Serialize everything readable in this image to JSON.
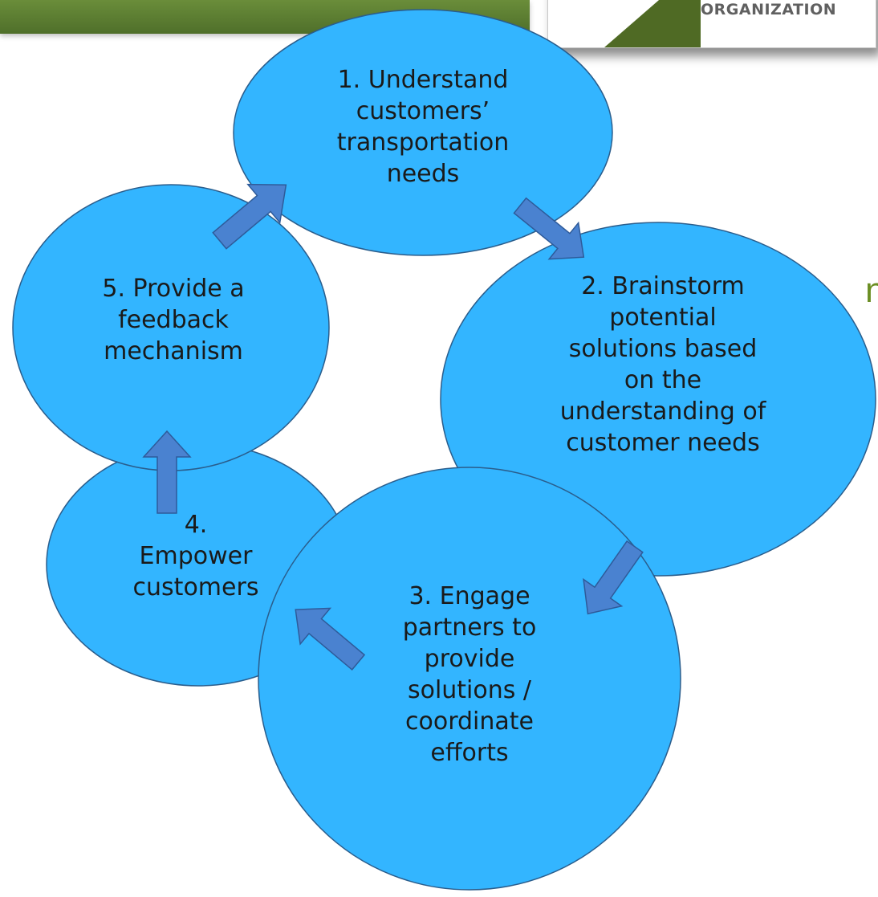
{
  "header": {
    "logo_text": "ORGANIZATION",
    "partial_text": "n",
    "accent_color": "#6b8e23"
  },
  "diagram": {
    "node_color": "#33b5ff",
    "arrow_color": "#4a82d0",
    "steps": [
      {
        "id": 1,
        "lines": [
          "1. Understand",
          "customers’",
          "transportation",
          "needs"
        ]
      },
      {
        "id": 2,
        "lines": [
          "2. Brainstorm",
          "potential",
          "solutions based",
          "on the",
          "understanding of",
          "customer needs"
        ]
      },
      {
        "id": 3,
        "lines": [
          "3. Engage",
          "partners to",
          "provide",
          "solutions /",
          "coordinate",
          "efforts"
        ]
      },
      {
        "id": 4,
        "lines": [
          "4.",
          "Empower",
          "customers"
        ]
      },
      {
        "id": 5,
        "lines": [
          "5. Provide a",
          "feedback",
          "mechanism"
        ]
      }
    ]
  }
}
